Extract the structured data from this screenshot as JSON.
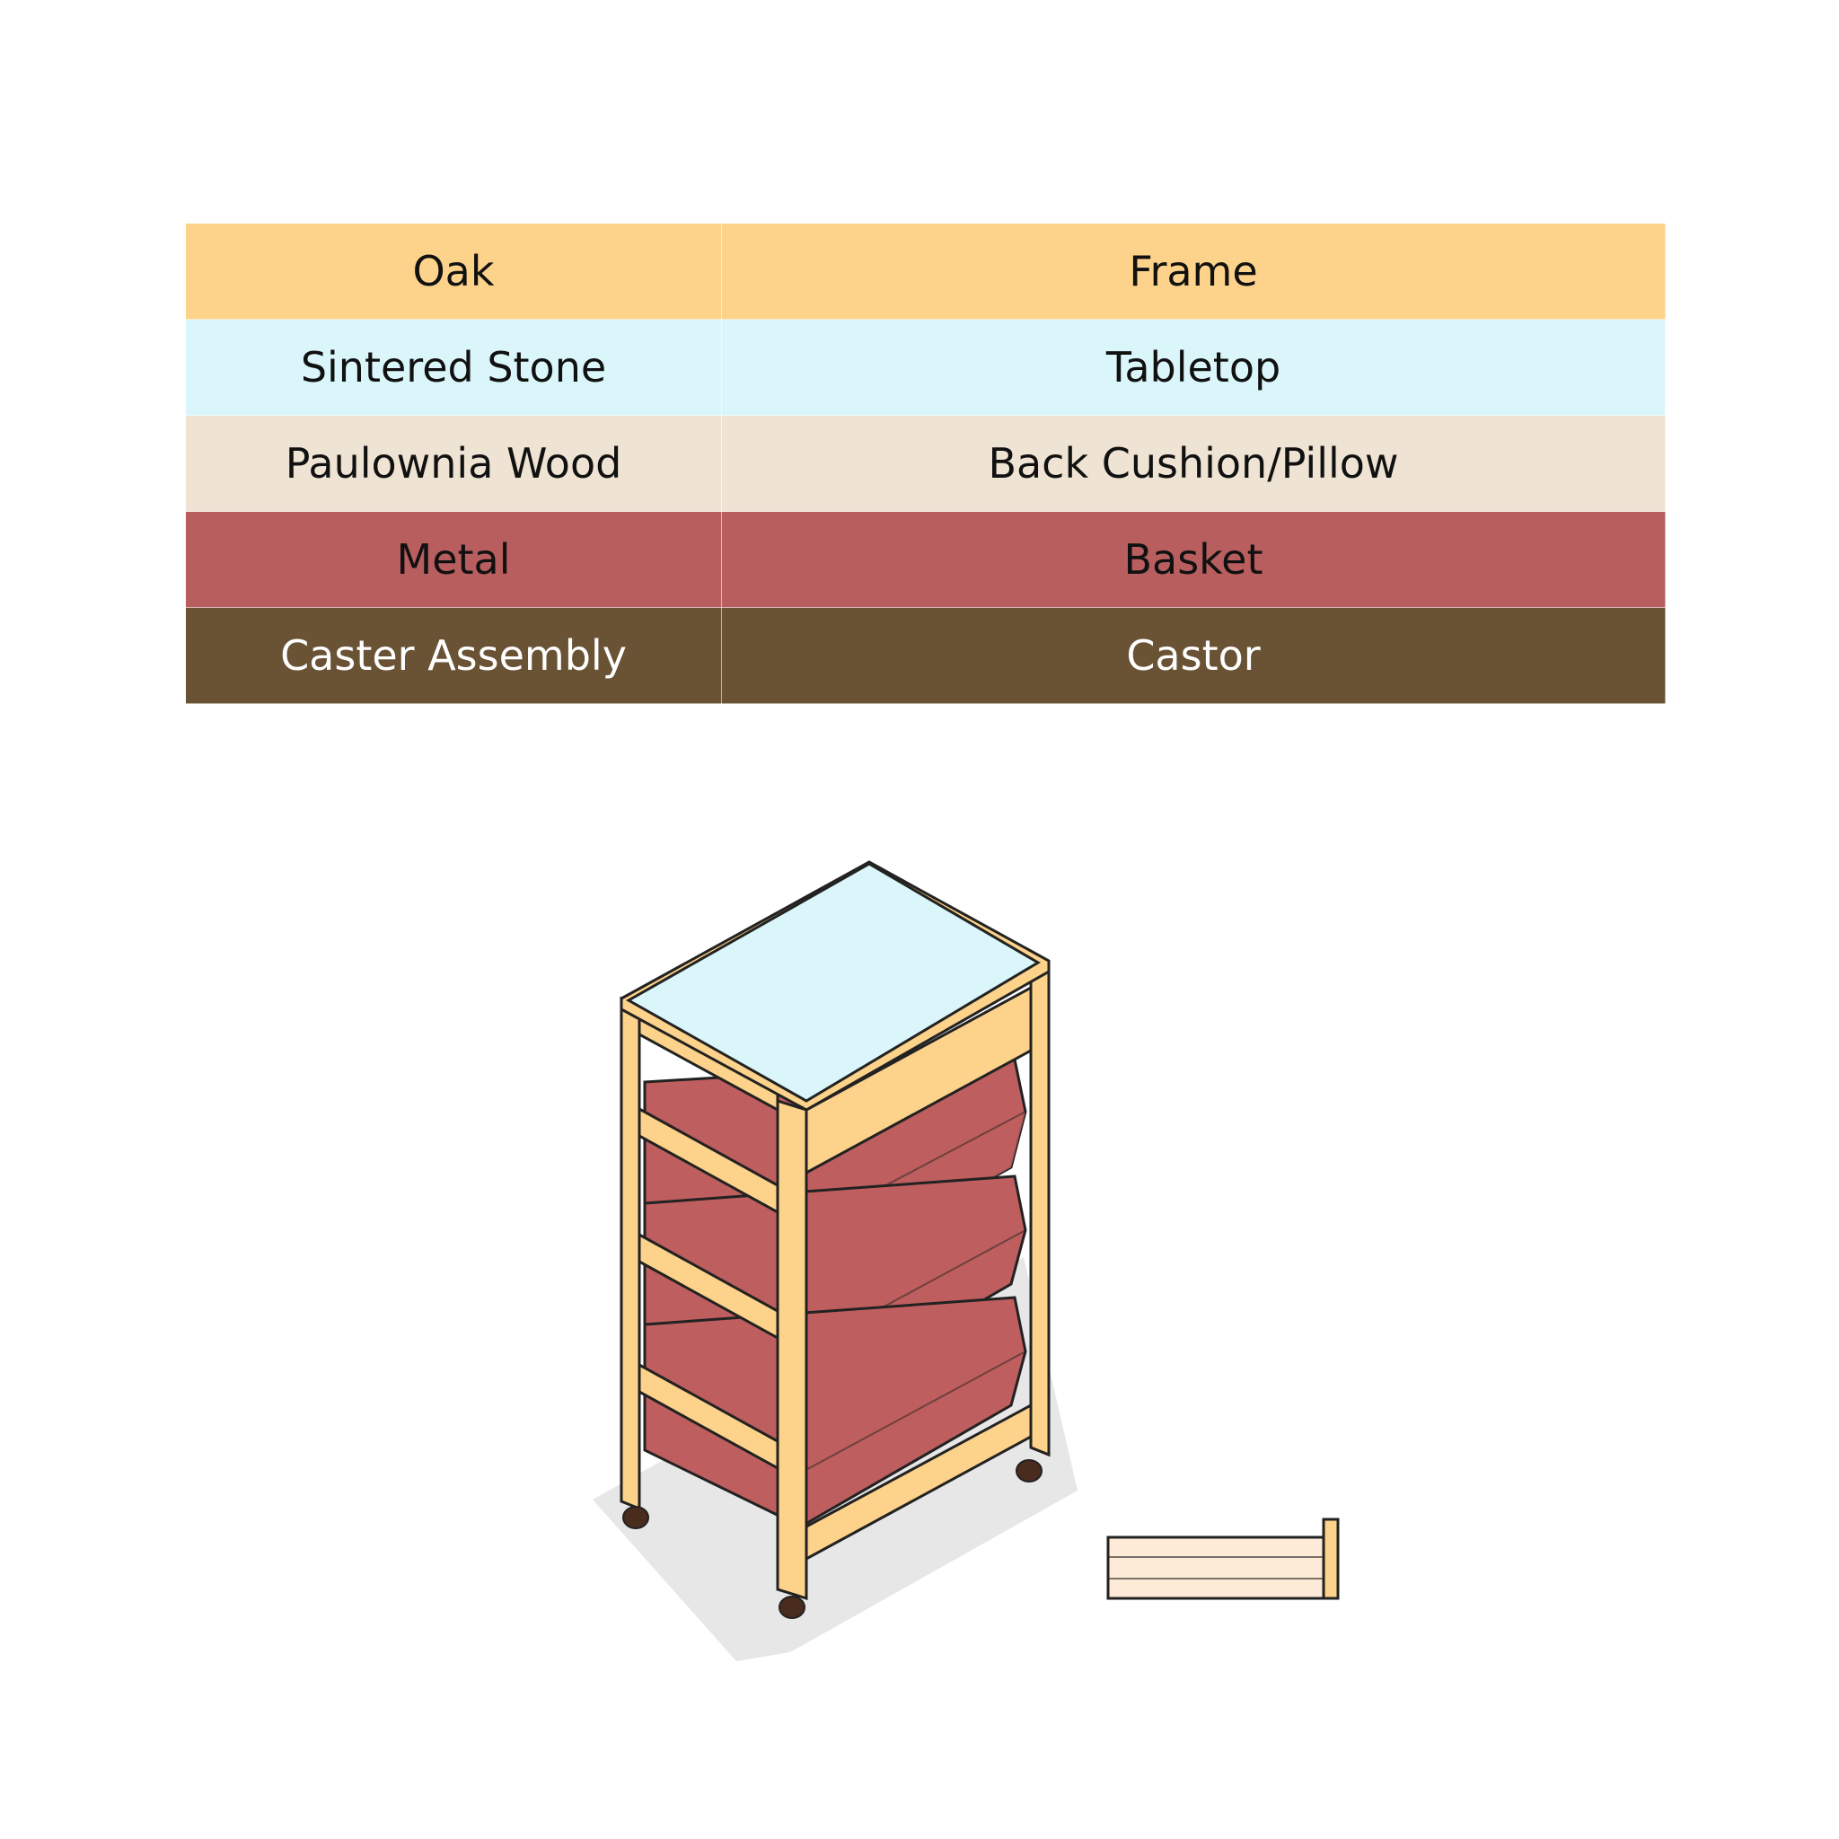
{
  "legend": {
    "rows": [
      {
        "material": "Oak",
        "part": "Frame",
        "bg": "#FDD28A",
        "fg": "#111111"
      },
      {
        "material": "Sintered Stone",
        "part": "Tabletop",
        "bg": "#DAF6FB",
        "fg": "#111111"
      },
      {
        "material": "Paulownia Wood",
        "part": "Back Cushion/Pillow",
        "bg": "#EFE4D4",
        "fg": "#111111"
      },
      {
        "material": "Metal",
        "part": "Basket",
        "bg": "#B95E5F",
        "fg": "#111111"
      },
      {
        "material": "Caster Assembly",
        "part": "Castor",
        "bg": "#6A5234",
        "fg": "#ffffff"
      }
    ]
  },
  "colors": {
    "frame": "#FDD28A",
    "tabletop": "#DAF6FB",
    "backboard": "#FDEBD8",
    "basket": "#BE5E5E",
    "castor": "#4A2C1E",
    "outline": "#222222",
    "shadow": "#E4E4E4"
  }
}
